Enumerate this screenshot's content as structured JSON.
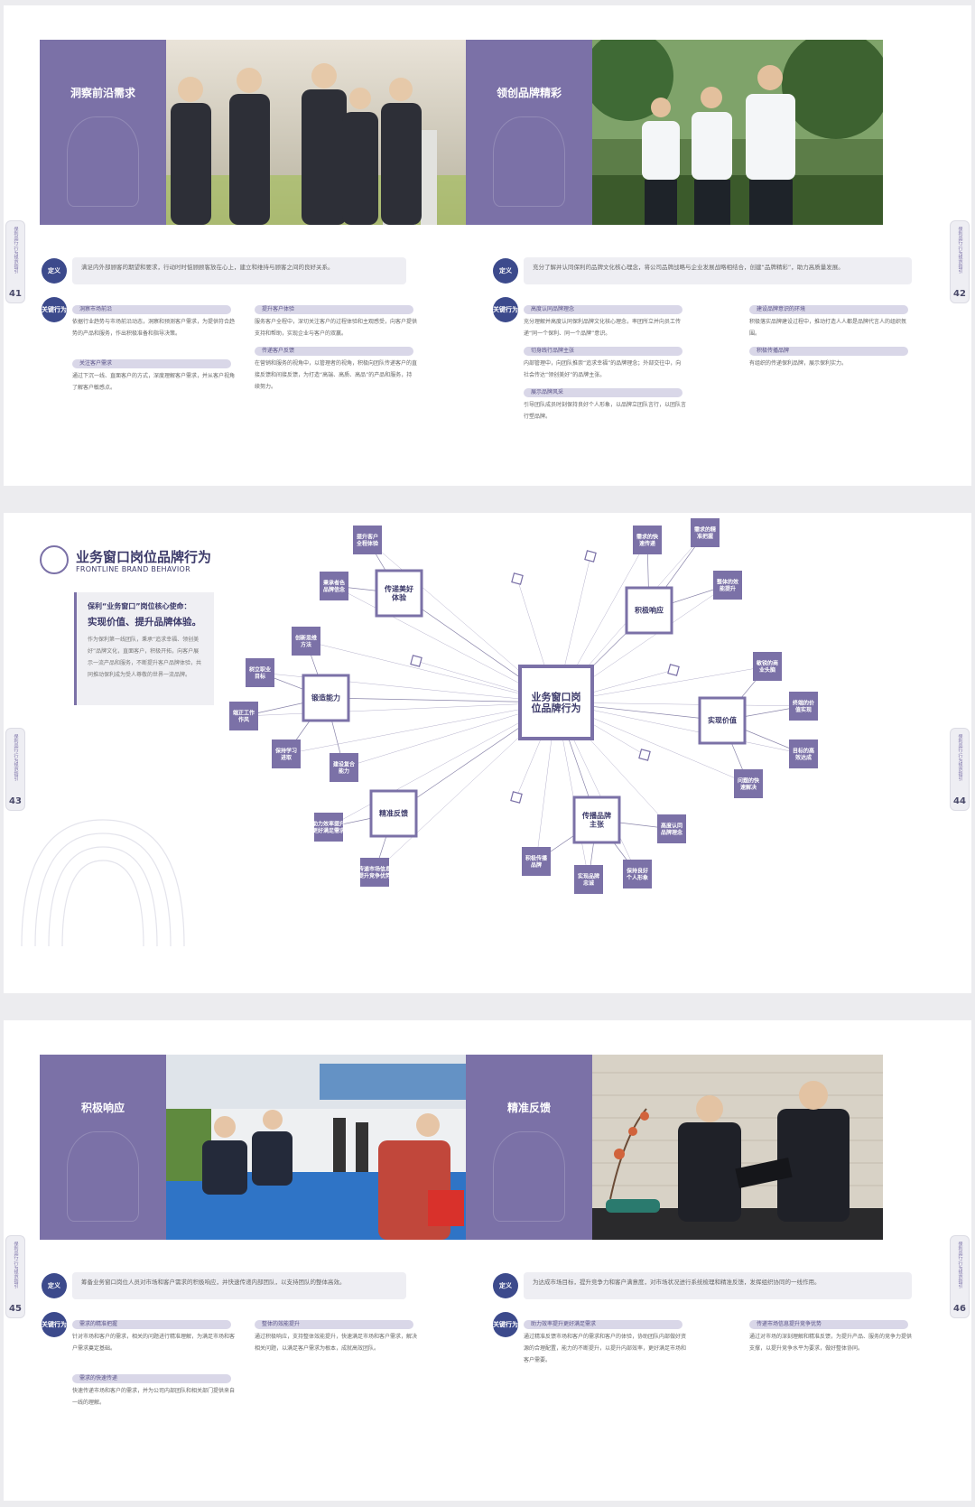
{
  "spread1": {
    "left": {
      "hero_title": "洞察前沿需求",
      "page_number": "41",
      "definition": "满足内外部顾客的期望和要求，行动时时惦顾顾客放在心上，建立和维持与顾客之间的良好关系。",
      "items": [
        {
          "title": "洞察市场前沿",
          "text": "依据行业趋势与市场前沿动态，洞察和预测客户需求，为提供符合趋势的产品和服务，作出积极准备和指导决策。"
        },
        {
          "title": "关注客户需求",
          "text": "通过下沉一线、直面客户的方式，深度理解客户需求，并从客户视角了解客户敏感点。"
        },
        {
          "title": "提升客户体验",
          "text": "服务客户全程中，深切关注客户的过程体验和主观感受，向客户提供支持和帮助，实现企业与客户的双赢。"
        },
        {
          "title": "传递客户反馈",
          "text": "在营销和服务的视角中，以管理者的视角，积极向团队传递客户的直接反馈和间接反馈，为打造“高端、高质、高品”的产品和服务，持续努力。"
        }
      ]
    },
    "right": {
      "hero_title": "领创品牌精彩",
      "page_number": "42",
      "definition": "充分了解并认同保利的品牌文化核心理念，将公司品牌战略与企业发展战略相结合，创建“品牌精彩”，助力高质量发展。",
      "items": [
        {
          "title": "高度认同品牌理念",
          "text": "充分理解并高度认同保利品牌文化核心理念，率团所立并向员工传递“同一个保利、同一个品牌”意识。"
        },
        {
          "title": "切身践行品牌主张",
          "text": "内部管理中，向团队推崇“追求幸福”的品牌理念；外部交往中，向社会传达“领创美好”的品牌主张。"
        },
        {
          "title": "展示品牌风采",
          "text": "引导团队成员时刻保持良好个人形象，以品牌立团队言行，以团队言行塑品牌。"
        },
        {
          "title": "建设品牌意识的环境",
          "text": "积极落实品牌建设过程中，推动打造人人都是品牌代言人的组织氛围。"
        },
        {
          "title": "积极传播品牌",
          "text": "有组织的传递保利品牌，展示保利实力。"
        }
      ]
    },
    "side_label": "保利品行·行为规范指引"
  },
  "spread2": {
    "title": "业务窗口岗位品牌行为",
    "subtitle": "FRONTLINE BRAND BEHAVIOR",
    "mission_quote": "保利“业务窗口”岗位核心使命：",
    "mission_headline": "实现价值、提升品牌体验。",
    "mission_text": "作为保利第一线团队，秉承“追求幸福、领创美好”品牌文化，直面客户，积极开拓，向客户展示一流产品和服务，不断提升客户品牌体验，共同推动保利成为受人尊敬的世界一流品牌。",
    "page_left": "43",
    "page_right": "44",
    "center": "业务窗口岗位品牌行为",
    "hubs": [
      {
        "label": "传递美好体验",
        "leaves": [
          "提升客户全程体验",
          "秉承者色品牌信念"
        ]
      },
      {
        "label": "积极响应",
        "leaves": [
          "需求的快速传递",
          "需求的精准把握",
          "整体的效能提升"
        ]
      },
      {
        "label": "锻造能力",
        "leaves": [
          "创新思维方法",
          "树立职业目标",
          "端正工作作风",
          "保持学习进取",
          "建设复合能力"
        ]
      },
      {
        "label": "实现价值",
        "leaves": [
          "敏锐的商业头脑",
          "终端的价值实现",
          "目标的高效达成",
          "问题的快速解决"
        ]
      },
      {
        "label": "精准反馈",
        "leaves": [
          "助力效率提升更好满足需求",
          "传递市场信息提升竞争优势"
        ]
      },
      {
        "label": "传播品牌主张",
        "leaves": [
          "积极传播品牌",
          "实现品牌忠诚",
          "保持良好个人形象",
          "高度认同品牌理念"
        ]
      }
    ]
  },
  "spread3": {
    "left": {
      "hero_title": "积极响应",
      "page_number": "45",
      "definition": "筹备业务窗口岗位人员对市场和客户需求的积极响应，并快速传递内部团队，以支持团队的整体高效。",
      "items": [
        {
          "title": "需求的精准把握",
          "text": "针对市场和客户的需求，相关的问题进行精准理解，为满足市场和客户需求奠定基础。"
        },
        {
          "title": "需求的快速传递",
          "text": "快速传递市场和客户的需求，并为公司内部团队和相关部门提供来自一线的理解。"
        },
        {
          "title": "整体的效能提升",
          "text": "通过积极响应，支持整体效能提升，快速满足市场和客户需求，解决相关问题，以满足客户需求为根本，成就高效团队。"
        }
      ]
    },
    "right": {
      "hero_title": "精准反馈",
      "page_number": "46",
      "definition": "为达成市场目标，提升竞争力和客户满意度，对市场状况进行系统梳理和精准反馈，发挥组织协同的一线作用。",
      "items": [
        {
          "title": "助力效率提升更好满足需求",
          "text": "通过精准反馈市场和客户的需求和客户的体验，协助团队内部做好资源的合理配置，能力的不断提升，以提升内部效率，更好满足市场和客户需要。"
        },
        {
          "title": "传递市场信息提升竞争优势",
          "text": "通过对市场的深刻理解和精准反馈，为提升产品、服务的竞争力提供支撑，以提升竞争水平为要求，做好整体协同。"
        }
      ]
    }
  },
  "badges": {
    "definition": "定义",
    "key_actions": "关键行为"
  },
  "colors": {
    "accent": "#7b71a7",
    "navy": "#3c4a8c",
    "pill": "#d9d7e8"
  }
}
